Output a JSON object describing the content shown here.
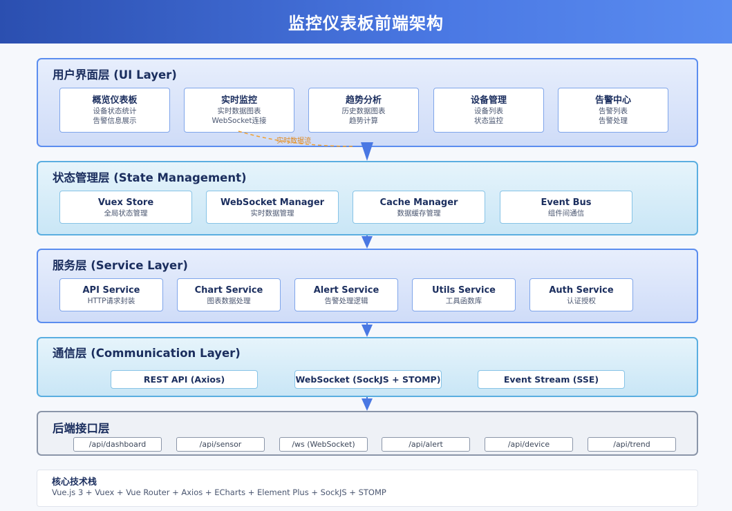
{
  "title": "监控仪表板前端架构",
  "layers": {
    "ui": {
      "title": "用户界面层 (UI Layer)",
      "modules": [
        {
          "name": "概览仪表板",
          "line1": "设备状态统计",
          "line2": "告警信息展示"
        },
        {
          "name": "实时监控",
          "line1": "实时数据图表",
          "line2": "WebSocket连接"
        },
        {
          "name": "趋势分析",
          "line1": "历史数据图表",
          "line2": "趋势计算"
        },
        {
          "name": "设备管理",
          "line1": "设备列表",
          "line2": "状态监控"
        },
        {
          "name": "告警中心",
          "line1": "告警列表",
          "line2": "告警处理"
        }
      ],
      "flow_label": "实时数据流"
    },
    "state": {
      "title": "状态管理层 (State Management)",
      "modules": [
        {
          "name": "Vuex Store",
          "desc": "全局状态管理"
        },
        {
          "name": "WebSocket Manager",
          "desc": "实时数据管理"
        },
        {
          "name": "Cache Manager",
          "desc": "数据缓存管理"
        },
        {
          "name": "Event Bus",
          "desc": "组件间通信"
        }
      ]
    },
    "service": {
      "title": "服务层 (Service Layer)",
      "modules": [
        {
          "name": "API Service",
          "desc": "HTTP请求封装"
        },
        {
          "name": "Chart Service",
          "desc": "图表数据处理"
        },
        {
          "name": "Alert Service",
          "desc": "告警处理逻辑"
        },
        {
          "name": "Utils Service",
          "desc": "工具函数库"
        },
        {
          "name": "Auth Service",
          "desc": "认证授权"
        }
      ]
    },
    "comm": {
      "title": "通信层 (Communication Layer)",
      "modules": [
        "REST API (Axios)",
        "WebSocket (SockJS + STOMP)",
        "Event Stream (SSE)"
      ]
    },
    "backend": {
      "title": "后端接口层",
      "endpoints": [
        "/api/dashboard",
        "/api/sensor",
        "/ws (WebSocket)",
        "/api/alert",
        "/api/device",
        "/api/trend"
      ]
    }
  },
  "tech_stack": {
    "title": "核心技术栈",
    "text": "Vue.js 3 + Vuex + Vue Router + Axios + ECharts + Element Plus + SockJS + STOMP"
  },
  "colors": {
    "header_start": "#2b4fb0",
    "header_end": "#5a8cf0",
    "arrow": "#4a78e3",
    "flow_dashed": "#f0a030"
  }
}
